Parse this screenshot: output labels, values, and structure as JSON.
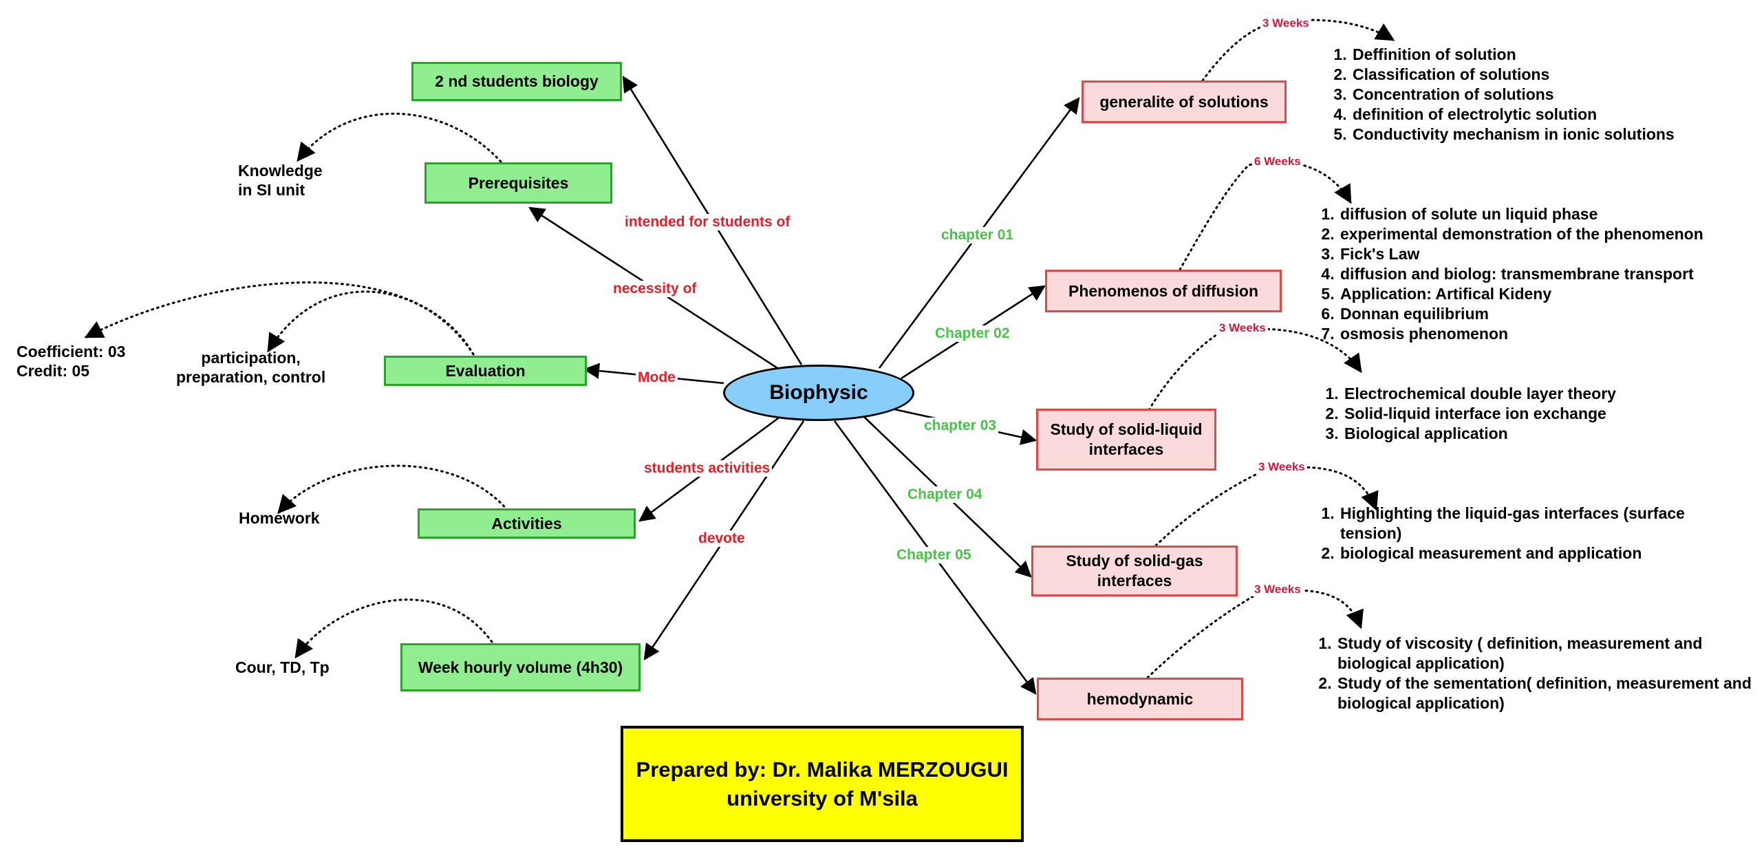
{
  "center": "Biophysic",
  "footer": {
    "line1": "Prepared by: Dr. Malika MERZOUGUI",
    "line2": "university of M'sila"
  },
  "left": {
    "students": {
      "box": "2 nd students biology",
      "edge": "intended for students of"
    },
    "prereq": {
      "box": "Prerequisites",
      "edge": "necessity of",
      "leaf": [
        "Knowledge",
        "in SI unit"
      ]
    },
    "evaluation": {
      "box": "Evaluation",
      "edge": "Mode",
      "leaf_a": [
        "participation,",
        "preparation, control"
      ],
      "leaf_b": [
        "Coefficient: 03",
        "Credit: 05"
      ]
    },
    "activities": {
      "box": "Activities",
      "edge": "students activities",
      "leaf": "Homework"
    },
    "hours": {
      "box": "Week hourly volume (4h30)",
      "edge": "devote",
      "leaf": "Cour, TD, Tp"
    }
  },
  "chapters": [
    {
      "edge": "chapter 01",
      "box": "generalite of solutions",
      "weeks": "3 Weeks",
      "items": [
        "Deffinition of solution",
        "Classification of solutions",
        "Concentration of solutions",
        "definition of electrolytic solution",
        "Conductivity mechanism in ionic solutions"
      ]
    },
    {
      "edge": "Chapter 02",
      "box": "Phenomenos of diffusion",
      "weeks": "6 Weeks",
      "items": [
        "diffusion of solute un liquid phase",
        "experimental demonstration of the phenomenon",
        "Fick's Law",
        "diffusion and biolog: transmembrane transport",
        "Application: Artifical Kideny",
        "Donnan equilibrium",
        "osmosis phenomenon"
      ]
    },
    {
      "edge": "chapter 03",
      "box_line1": "Study of solid-liquid",
      "box_line2": "interfaces",
      "weeks": "3 Weeks",
      "items": [
        "Electrochemical double layer theory",
        "Solid-liquid interface ion exchange",
        "Biological application"
      ]
    },
    {
      "edge": "Chapter 04",
      "box_line1": "Study of solid-gas",
      "box_line2": "interfaces",
      "weeks": "3 Weeks",
      "items": [
        "Highlighting the liquid-gas interfaces (surface tension)",
        "biological measurement and application"
      ]
    },
    {
      "edge": "Chapter 05",
      "box": "hemodynamic",
      "weeks": "3 Weeks",
      "items": [
        "Study of viscosity ( definition, measurement and biological application)",
        "Study of the sementation( definition, measurement and biological application)"
      ]
    }
  ],
  "colors": {
    "green_fill": "#90ee90",
    "pink_fill": "#fadada",
    "center_fill": "#87cefa",
    "footer_fill": "#ffff00",
    "edge_label_red": "#e21f26",
    "edge_label_green": "#4ac24a"
  }
}
